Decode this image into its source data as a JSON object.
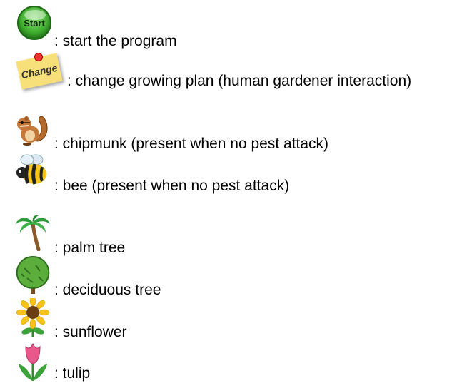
{
  "legend": [
    {
      "icon": "start-button-icon",
      "badge": "Start",
      "text": ": start the program"
    },
    {
      "icon": "change-note-icon",
      "badge": "Change",
      "text": ": change growing plan (human gardener interaction)"
    },
    {
      "icon": "chipmunk-icon",
      "text": ": chipmunk (present when no pest attack)"
    },
    {
      "icon": "bee-icon",
      "text": ": bee (present when no pest attack)"
    },
    {
      "icon": "palm-tree-icon",
      "text": ": palm tree"
    },
    {
      "icon": "deciduous-tree-icon",
      "text": ": deciduous tree"
    },
    {
      "icon": "sunflower-icon",
      "text": ": sunflower"
    },
    {
      "icon": "tulip-icon",
      "text": ": tulip"
    }
  ]
}
